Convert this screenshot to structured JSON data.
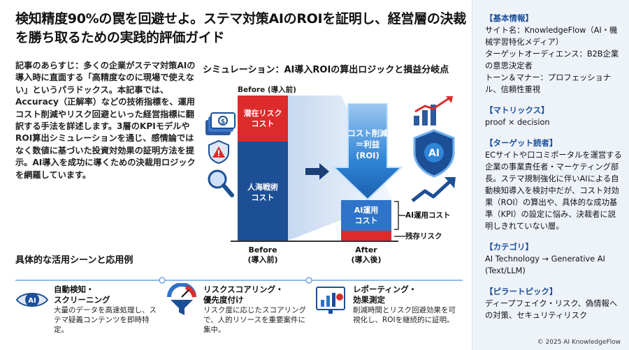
{
  "title": "検知精度90%の罠を回避せよ。ステマ対策AIのROIを証明し、経営層の決裁を勝ち取るための実践的評価ガイド",
  "summary": "記事のあらすじ：多くの企業がステマ対策AIの導入時に直面する「高精度なのに現場で使えない」というパラドックス。本記事では、Accuracy（正解率）などの技術指標を、運用コスト削減やリスク回避といった経営指標に翻訳する手法を詳述します。3層のKPIモデルやROI算出シミュレーションを通じ、感情論ではなく数値に基づいた投資対効果の証明方法を提示。AI導入を成功に導くための決裁用ロジックを網羅しています。",
  "simulation": {
    "title": "シミュレーション：AI導入ROIの算出ロジックと損益分岐点",
    "before_label": "Before (導入前)",
    "risk_cost": "潜在リスク\nコスト",
    "labor_cost": "人海戦術\nコスト",
    "saving": "コスト削減\n＝利益\n(ROI)",
    "ai_cost_bar": "AI運用\nコスト",
    "ai_cost_label": "AI運用コスト",
    "residual_label": "残存リスク",
    "axis_before": "Before\n(導入前)",
    "axis_after": "After\n(導入後)",
    "ai_badge": "AI"
  },
  "use_cases": {
    "title": "具体的な活用シーンと応用例",
    "items": [
      {
        "icon": "ai-eye-icon",
        "title": "自動検知・\nスクリーニング",
        "desc": "大量のデータを高速処理し、ステマ疑義コンテンツを即時特定。",
        "badge": "AI"
      },
      {
        "icon": "gauge-funnel-icon",
        "title": "リスクスコアリング・\n優先度付け",
        "desc": "リスク度に応じたスコアリングで、人的リソースを重要案件に集中。"
      },
      {
        "icon": "report-chart-icon",
        "title": "レポーティング・\n効果測定",
        "desc": "削減時間とリスク回避効果を可視化し、ROIを継続的に証明。"
      }
    ]
  },
  "sidebar": [
    {
      "head": "【基本情報】",
      "lines": [
        "サイト名：KnowledgeFlow（AI・機械学習特化メディア）",
        "ターゲットオーディエンス：B2B企業の意思決定者",
        "トーン＆マナー：プロフェッショナル、信頼性重視"
      ]
    },
    {
      "head": "【マトリックス】",
      "lines": [
        "proof × decision"
      ]
    },
    {
      "head": "【ターゲット読者】",
      "lines": [
        "ECサイトや口コミポータルを運営する企業の事業責任者・マーケティング部長。ステマ規制強化に伴いAIによる自動検知導入を検討中だが、コスト対効果（ROI）の算出や、具体的な成功基準（KPI）の設定に悩み、決裁者に説明しきれていない層。"
      ]
    },
    {
      "head": "【カテゴリ】",
      "lines": [
        "AI Technology → Generative AI (Text/LLM)"
      ]
    },
    {
      "head": "【ピラートピック】",
      "lines": [
        "ディープフェイク・リスク、偽情報への対策、セキュリティリスク"
      ]
    }
  ],
  "copyright": "© 2025 AI KnowledgeFlow",
  "colors": {
    "red": "#dd2b2b",
    "navy": "#1c4f96",
    "blue": "#2f74c8",
    "accent": "#1d4f9a"
  }
}
